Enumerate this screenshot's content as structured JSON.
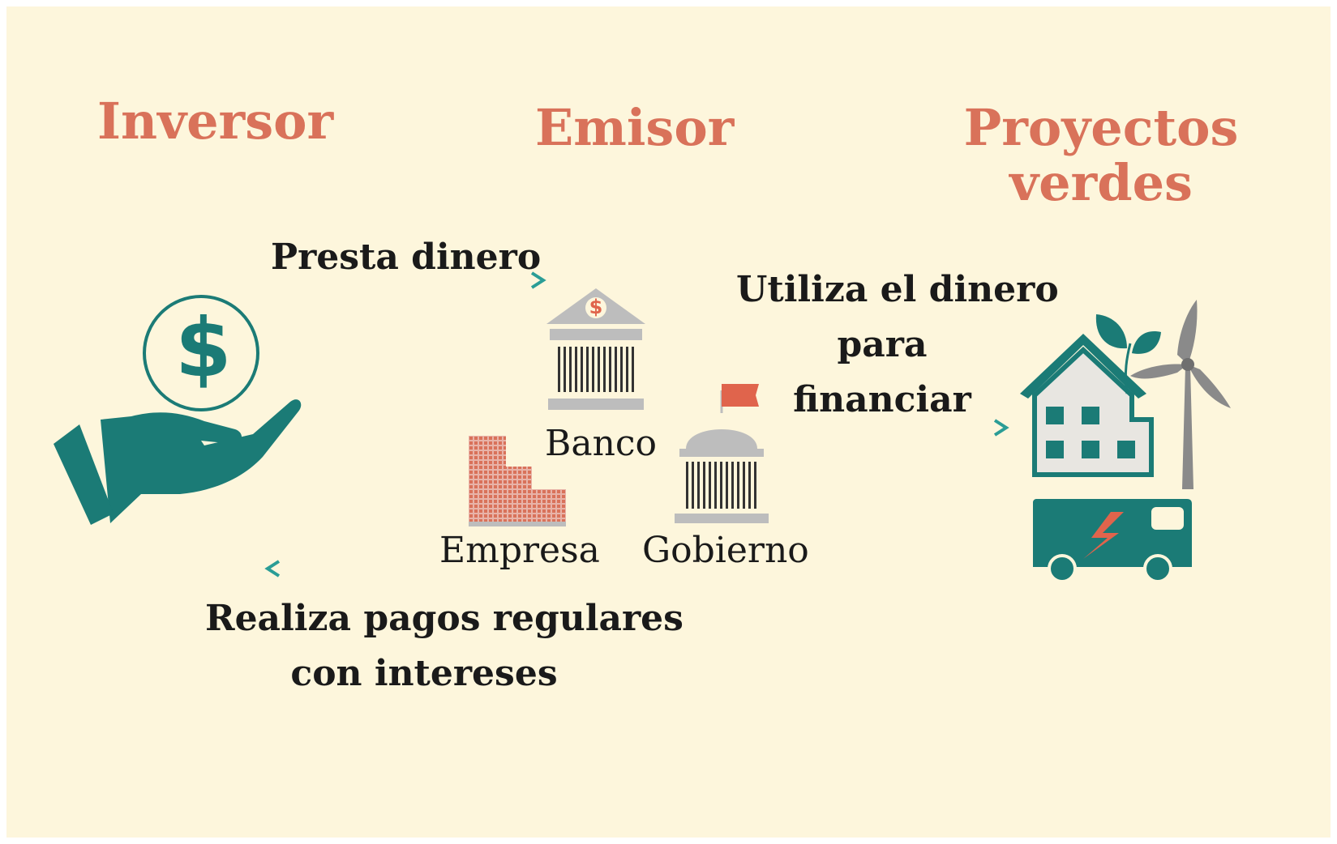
{
  "headings": {
    "investor": "Inversor",
    "issuer": "Emisor",
    "projects_line1": "Proyectos",
    "projects_line2": "verdes"
  },
  "flows": {
    "lend": "Presta dinero",
    "use_line1": "Utiliza el dinero",
    "use_line2": "para",
    "use_line3": "financiar",
    "pay_line1": "Realiza pagos regulares",
    "pay_line2": "con intereses"
  },
  "entities": {
    "bank": "Banco",
    "bank_symbol": "$",
    "company": "Empresa",
    "government": "Gobierno"
  },
  "investor_icon": {
    "coin_symbol": "$"
  },
  "icons": [
    "hand-coin-icon",
    "bank-icon",
    "company-building-icon",
    "government-capitol-icon",
    "house-icon",
    "leaf-icon",
    "wind-turbine-icon",
    "electric-van-icon"
  ],
  "colors": {
    "background": "#fdf6dc",
    "heading": "#d9725a",
    "teal": "#1b7b76",
    "arrow": "#2a9d96",
    "gray": "#b5b5b5",
    "red_accent": "#e0644c",
    "text": "#1a1a1a"
  }
}
